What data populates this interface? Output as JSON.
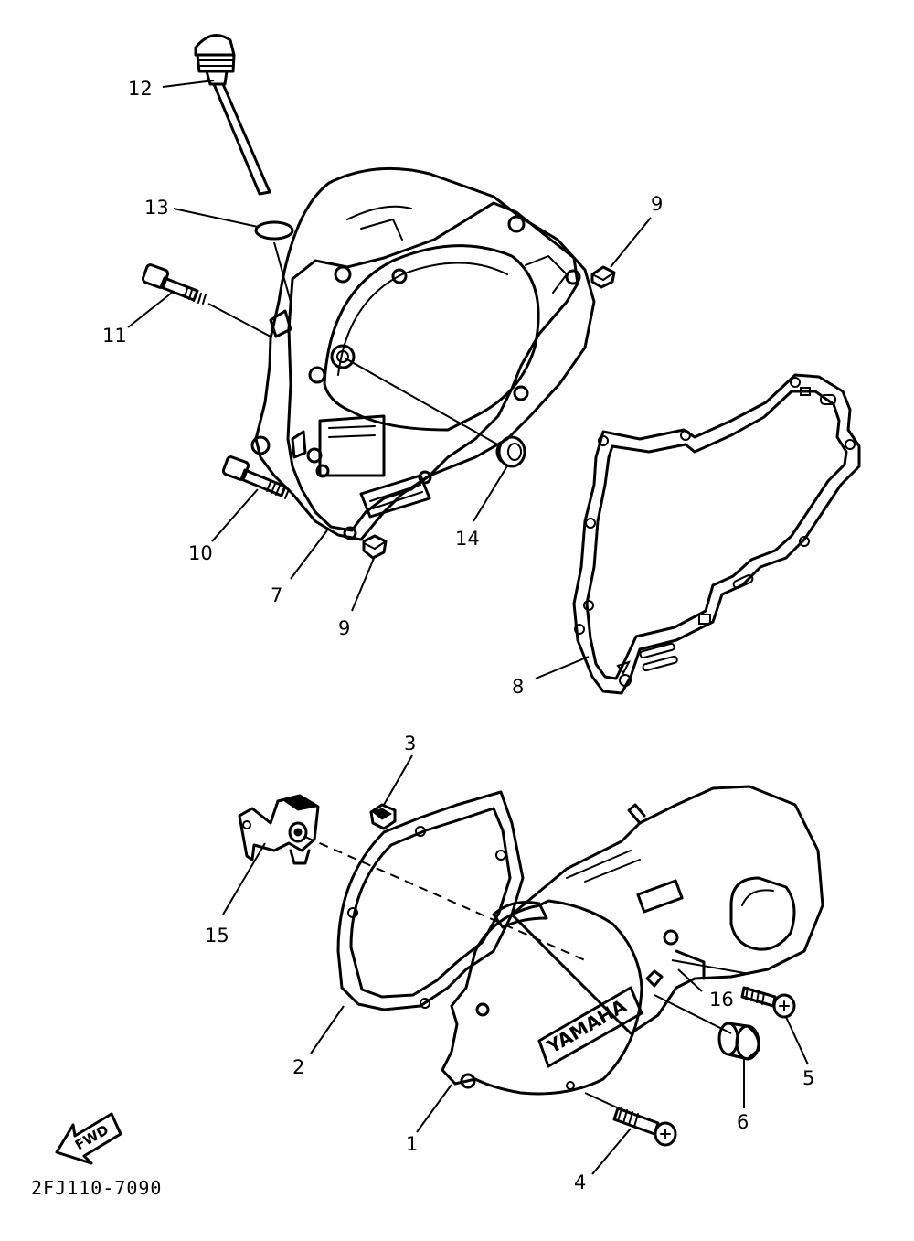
{
  "diagram_code": "2FJ110-7090",
  "brand_text": "YAMAHA",
  "fwd_label": "FWD",
  "callouts": [
    {
      "id": "c12",
      "label": "12"
    },
    {
      "id": "c13",
      "label": "13"
    },
    {
      "id": "c11",
      "label": "11"
    },
    {
      "id": "c9a",
      "label": "9"
    },
    {
      "id": "c10",
      "label": "10"
    },
    {
      "id": "c7",
      "label": "7"
    },
    {
      "id": "c9b",
      "label": "9"
    },
    {
      "id": "c14",
      "label": "14"
    },
    {
      "id": "c8",
      "label": "8"
    },
    {
      "id": "c3",
      "label": "3"
    },
    {
      "id": "c15",
      "label": "15"
    },
    {
      "id": "c16",
      "label": "16"
    },
    {
      "id": "c2",
      "label": "2"
    },
    {
      "id": "c5",
      "label": "5"
    },
    {
      "id": "c6",
      "label": "6"
    },
    {
      "id": "c1",
      "label": "1"
    },
    {
      "id": "c4",
      "label": "4"
    }
  ]
}
